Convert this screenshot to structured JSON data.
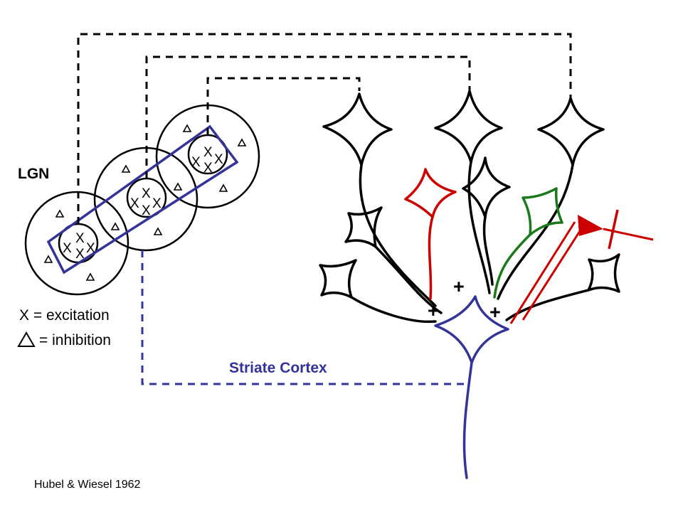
{
  "labels": {
    "lgn": "LGN",
    "legend_excitation": "X = excitation",
    "legend_inhibition": "= inhibition",
    "striate_cortex": "Striate Cortex",
    "citation": "Hubel & Wiesel 1962"
  },
  "receptive_field": {
    "center_mark": "X",
    "surround_mark": "triangle"
  },
  "synapse_sign": "+",
  "colors": {
    "ink": "#000000",
    "complex_cell": "#333399",
    "red_cell": "#cc0000",
    "green_cell": "#1a7a1a"
  }
}
